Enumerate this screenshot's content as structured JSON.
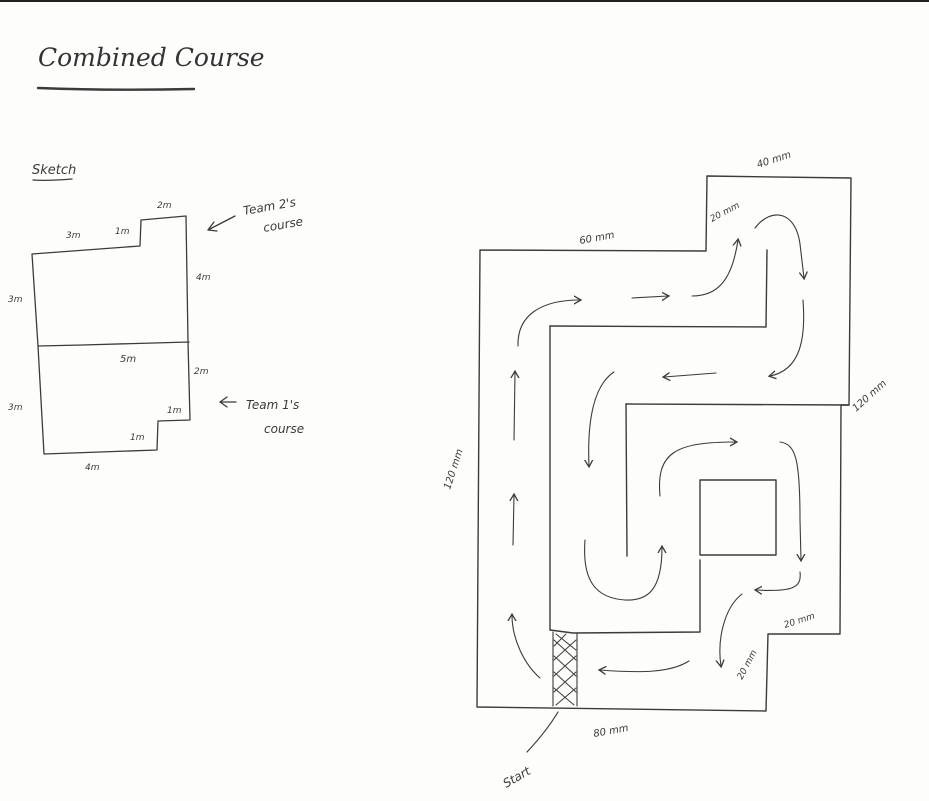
{
  "title": "Combined Course",
  "sketch": {
    "heading": "Sketch",
    "labels": {
      "top_3m": "3m",
      "top_1m": "1m",
      "top_2m": "2m",
      "right_4m": "4m",
      "left_3m_upper": "3m",
      "mid_5m": "5m",
      "right_2m": "2m",
      "left_3m_lower": "3m",
      "notch_1m_right": "1m",
      "notch_1m_bottom": "1m",
      "bottom_4m": "4m"
    },
    "callouts": {
      "team2_line1": "Team 2's",
      "team2_line2": "course",
      "team1_line1": "Team 1's",
      "team1_line2": "course"
    }
  },
  "course": {
    "labels": {
      "top_40mm": "40 mm",
      "top_60mm": "60 mm",
      "inner_20mm_top": "20 mm",
      "right_120mm": "120 mm",
      "left_120mm": "120 mm",
      "right_20mm": "20 mm",
      "inner_20mm_bottom": "20 mm",
      "bottom_80mm": "80 mm",
      "start": "Start"
    }
  },
  "colors": {
    "ink": "#3b3b3b",
    "paper": "#fdfdfc",
    "top_rule": "#222222"
  }
}
